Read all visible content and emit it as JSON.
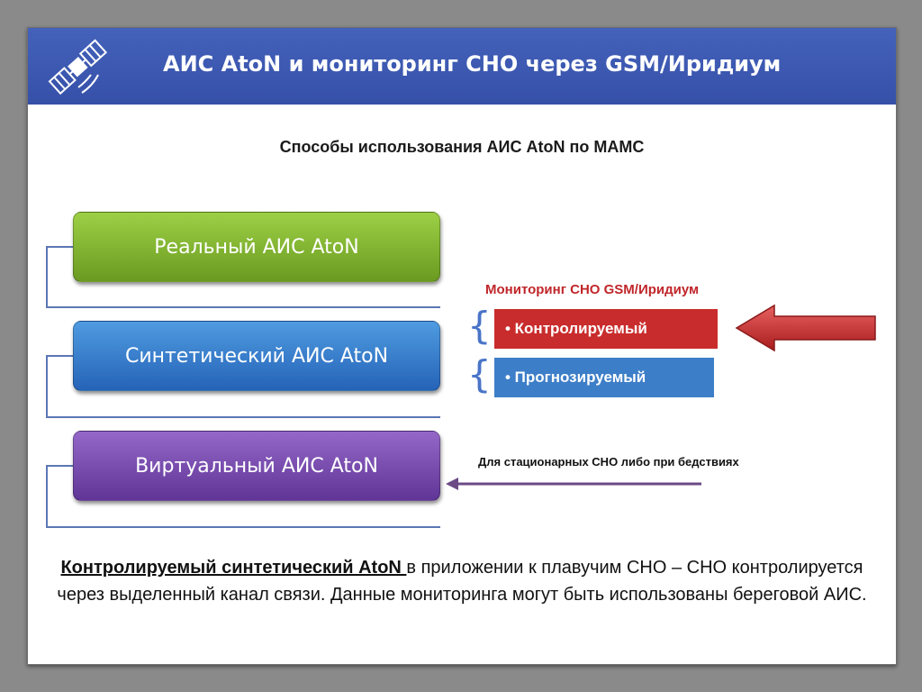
{
  "header": {
    "title": "АИС AtoN и мониторинг СНО через GSM/Иридиум"
  },
  "subtitle": "Способы использования АИС AtoN по МАМС",
  "boxes": {
    "real": "Реальный АИС AtoN",
    "synthetic": "Синтетический АИС AtoN",
    "virtual": "Виртуальный АИС AtoN"
  },
  "monitoring": {
    "label": "Мониторинг СНО GSM/Иридиум",
    "options": [
      "• Контролируемый",
      "• Прогнозируемый"
    ]
  },
  "stationary_label": "Для стационарных СНО либо при бедствиях",
  "bottom": {
    "term": "Контролируемый синтетический AtoN ",
    "rest": "в приложении к плавучим СНО – СНО контролируется через выделенный канал связи. Данные мониторинга могут быть использованы береговой АИС."
  },
  "icons": {
    "header_icon": "satellite-icon"
  },
  "colors": {
    "header_blue": "#3a55ae",
    "green_box": "#7cb22e",
    "blue_box": "#3a7fd0",
    "purple_box": "#7a4ab0",
    "red_accent": "#c92c2c",
    "monitoring_label": "#c0262a"
  }
}
